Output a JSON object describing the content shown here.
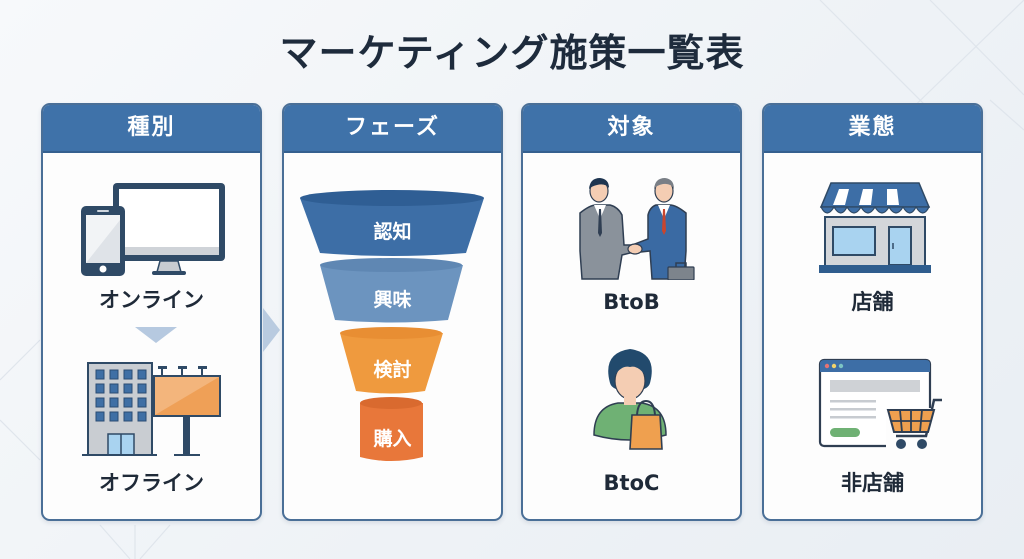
{
  "title": "マーケティング施策一覧表",
  "colors": {
    "header_blue": "#3f72a9",
    "border_blue": "#4a6f97",
    "funnel_awareness": "#3d6ea6",
    "funnel_interest": "#6c94bf",
    "funnel_consideration": "#ef9a3e",
    "funnel_purchase": "#e8773a",
    "text_dark": "#1f2a38"
  },
  "columns": [
    {
      "header": "種別",
      "items": [
        {
          "label": "オンライン",
          "icon": "devices-icon"
        },
        {
          "label": "オフライン",
          "icon": "building-billboard-icon"
        }
      ],
      "connector": "down-arrow-icon"
    },
    {
      "header": "フェーズ",
      "funnel": [
        {
          "label": "認知"
        },
        {
          "label": "興味"
        },
        {
          "label": "検討"
        },
        {
          "label": "購入"
        }
      ]
    },
    {
      "header": "対象",
      "items": [
        {
          "label": "BtoB",
          "icon": "handshake-icon"
        },
        {
          "label": "BtoC",
          "icon": "shopper-icon"
        }
      ]
    },
    {
      "header": "業態",
      "items": [
        {
          "label": "店舗",
          "icon": "storefront-icon"
        },
        {
          "label": "非店舗",
          "icon": "ecommerce-cart-icon"
        }
      ]
    }
  ]
}
